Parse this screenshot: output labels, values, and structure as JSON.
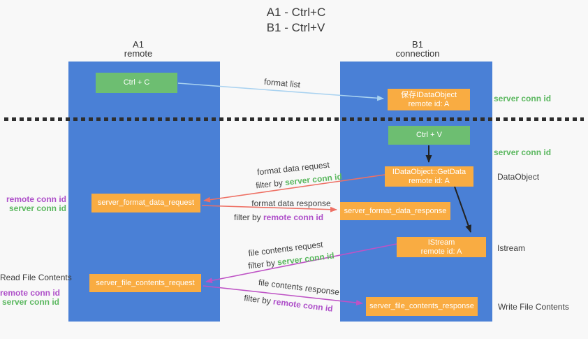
{
  "title": {
    "line1": "A1 - Ctrl+C",
    "line2": "B1 - Ctrl+V"
  },
  "columns": {
    "left": {
      "id": "A1",
      "role": "remote"
    },
    "right": {
      "id": "B1",
      "role": "connection"
    }
  },
  "nodes": {
    "ctrl_c": "Ctrl + C",
    "ctrl_v": "Ctrl + V",
    "save_dataobject_line1": "保存IDataObject",
    "save_dataobject_line2": "remote id: A",
    "getdata_line1": "IDataObject::GetData",
    "getdata_line2": "remote id: A",
    "istream_line1": "IStream",
    "istream_line2": "remote id: A",
    "format_request": "server_format_data_request",
    "format_response": "server_format_data_response",
    "file_request": "server_file_contents_request",
    "file_response": "server_file_contents_response"
  },
  "arrow_labels": {
    "format_list": "format list",
    "format_data_request": "format data request",
    "format_data_response": "format data response",
    "file_contents_request": "file contents request",
    "file_contents_response": "file contents response",
    "filter_by": "filter by",
    "server_conn_id": "server conn id",
    "remote_conn_id": "remote conn id"
  },
  "side_labels": {
    "right_server_conn_id_top": "server conn id",
    "right_server_conn_id_mid": "server conn id",
    "dataobject": "DataObject",
    "istream": "Istream",
    "write_file_contents": "Write File Contents",
    "left_remote_conn_id_top": "remote conn id",
    "left_server_conn_id_top": "server conn id",
    "read_file_contents": "Read File Contents",
    "left_remote_conn_id_bottom": "remote conn id",
    "left_server_conn_id_bottom": "server conn id"
  },
  "colors": {
    "lane_blue": "#4A80D6",
    "node_green": "#6DBE71",
    "node_orange": "#F9AC42",
    "arrow_red": "#EE7064",
    "arrow_magenta": "#BE53C5",
    "arrow_light_blue": "#A9D2F0",
    "arrow_black": "#222222",
    "text_green": "#5CB860",
    "text_purple": "#AE4FC9",
    "background": "#f8f8f8"
  }
}
